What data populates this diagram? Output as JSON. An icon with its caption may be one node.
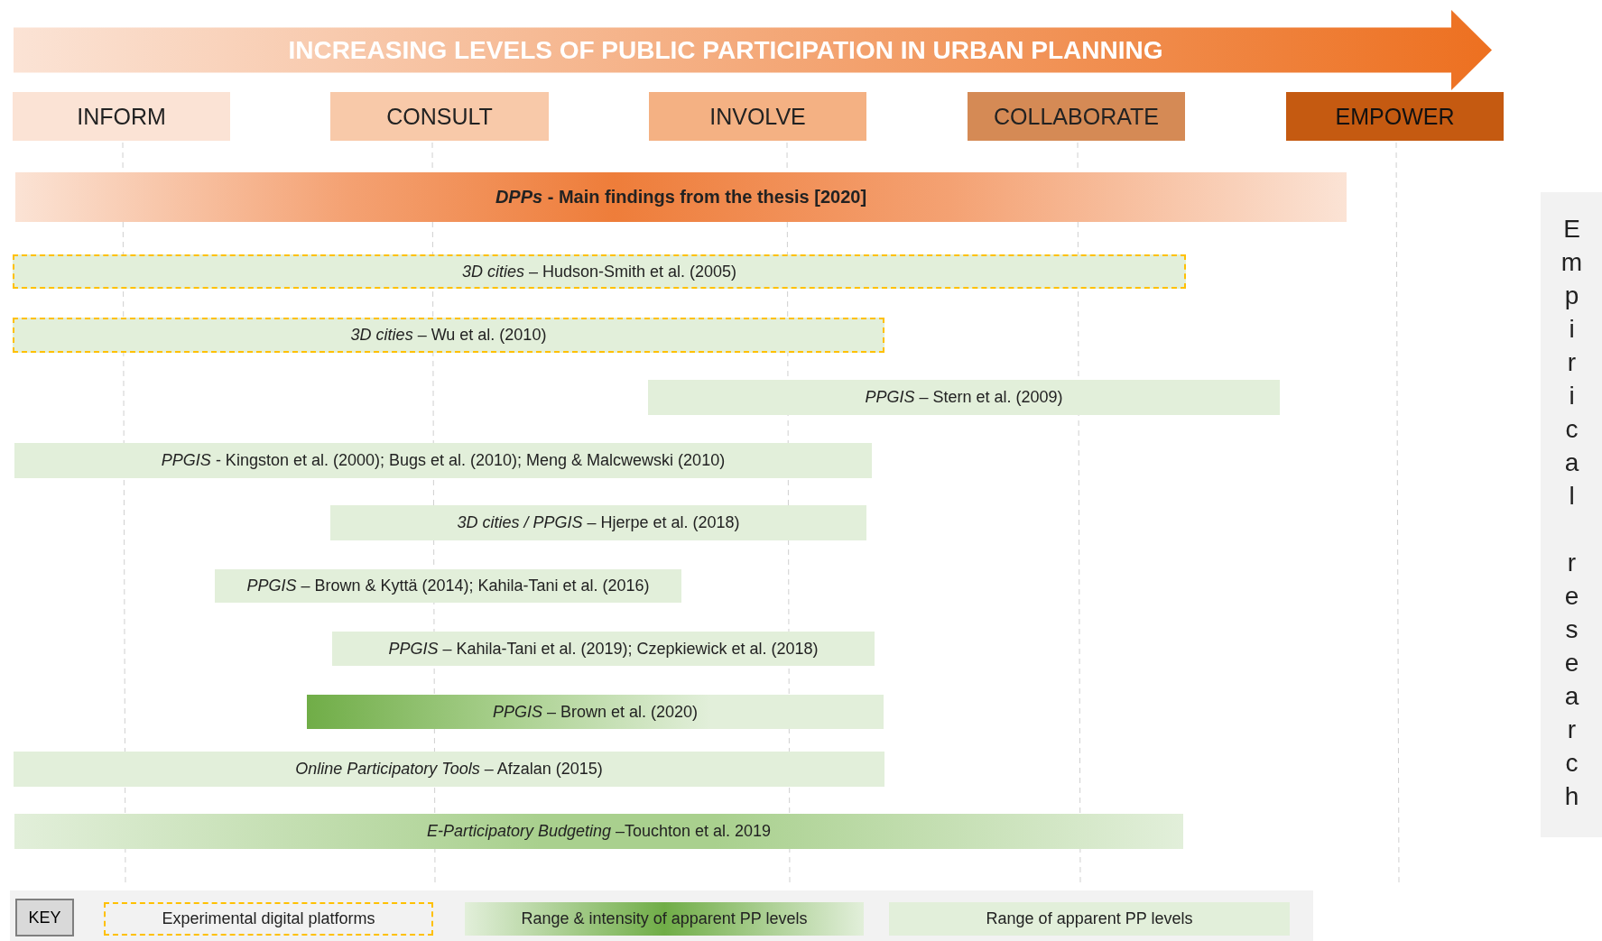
{
  "diagram": {
    "nodes": [
      {
        "text": [
          "INCREASING LEVELS OF PUBLIC PARTICIPATION IN URBAN PLANNING"
        ]
      },
      {
        "text": [
          "INFORM"
        ]
      },
      {
        "text": [
          "CONSULT"
        ]
      },
      {
        "text": [
          "INVOLVE"
        ]
      },
      {
        "text": [
          "COLLABORATE"
        ]
      },
      {
        "text": [
          "EMPOWER"
        ]
      },
      {
        "text": [
          "*DPPs* - Main findings from the thesis [2020]"
        ]
      },
      {
        "text": [
          "*3D cities* – Hudson-Smith et al. (2005)"
        ]
      },
      {
        "text": [
          "*3D cities* – Wu et al. (2010)"
        ]
      },
      {
        "text": [
          "*PPGIS* – Stern et al. (2009)"
        ]
      },
      {
        "text": [
          "*PPGIS* - Kingston et al. (2000); Bugs et al. (2010); Meng & Malcwewski (2010)"
        ]
      },
      {
        "text": [
          "*3D cities / PPGIS* – Hjerpe et al. (2018)"
        ]
      },
      {
        "text": [
          "*PPGIS* – Brown & Kyttä (2014); Kahila-Tani et al. (2016)"
        ]
      },
      {
        "text": [
          "*PPGIS* – Kahila-Tani et al. (2019); Czepkiewick et al. (2018)"
        ]
      },
      {
        "text": [
          "*PPGIS* – Brown et al. (2020)"
        ]
      },
      {
        "text": [
          "*Online Participatory Tools* – Afzalan (2015)"
        ]
      },
      {
        "text": [
          "*E-Participatory Budgeting* –Touchton et al. 2019"
        ]
      },
      {
        "text": [
          "Empirical research"
        ]
      }
    ],
    "labels": [
      "KEY"
    ],
    "legend": [
      {
        "text": "Experimental digital platforms"
      },
      {
        "text": "Range & intensity of apparent PP levels"
      },
      {
        "text": "Range of apparent PP levels",
        "color": "#e2efda"
      }
    ]
  }
}
